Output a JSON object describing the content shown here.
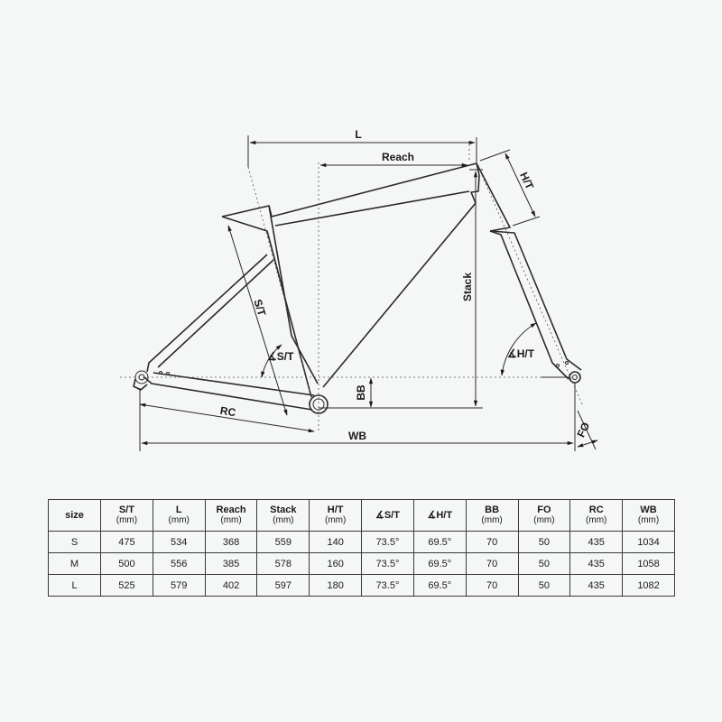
{
  "diagram": {
    "labels": {
      "L": "L",
      "reach": "Reach",
      "ht": "H/T",
      "st": "S/T",
      "stack": "Stack",
      "st_angle": "∡S/T",
      "ht_angle": "∡H/T",
      "bb": "BB",
      "rc": "RC",
      "wb": "WB",
      "fo": "FO"
    }
  },
  "table": {
    "headers": [
      {
        "name": "size",
        "unit": ""
      },
      {
        "name": "S/T",
        "unit": "(mm)"
      },
      {
        "name": "L",
        "unit": "(mm)"
      },
      {
        "name": "Reach",
        "unit": "(mm)"
      },
      {
        "name": "Stack",
        "unit": "(mm)"
      },
      {
        "name": "H/T",
        "unit": "(mm)"
      },
      {
        "name": "∡S/T",
        "unit": ""
      },
      {
        "name": "∡H/T",
        "unit": ""
      },
      {
        "name": "BB",
        "unit": "(mm)"
      },
      {
        "name": "FO",
        "unit": "(mm)"
      },
      {
        "name": "RC",
        "unit": "(mm)"
      },
      {
        "name": "WB",
        "unit": "(mm)"
      }
    ],
    "rows": [
      [
        "S",
        "475",
        "534",
        "368",
        "559",
        "140",
        "73.5°",
        "69.5°",
        "70",
        "50",
        "435",
        "1034"
      ],
      [
        "M",
        "500",
        "556",
        "385",
        "578",
        "160",
        "73.5°",
        "69.5°",
        "70",
        "50",
        "435",
        "1058"
      ],
      [
        "L",
        "525",
        "579",
        "402",
        "597",
        "180",
        "73.5°",
        "69.5°",
        "70",
        "50",
        "435",
        "1082"
      ]
    ]
  }
}
